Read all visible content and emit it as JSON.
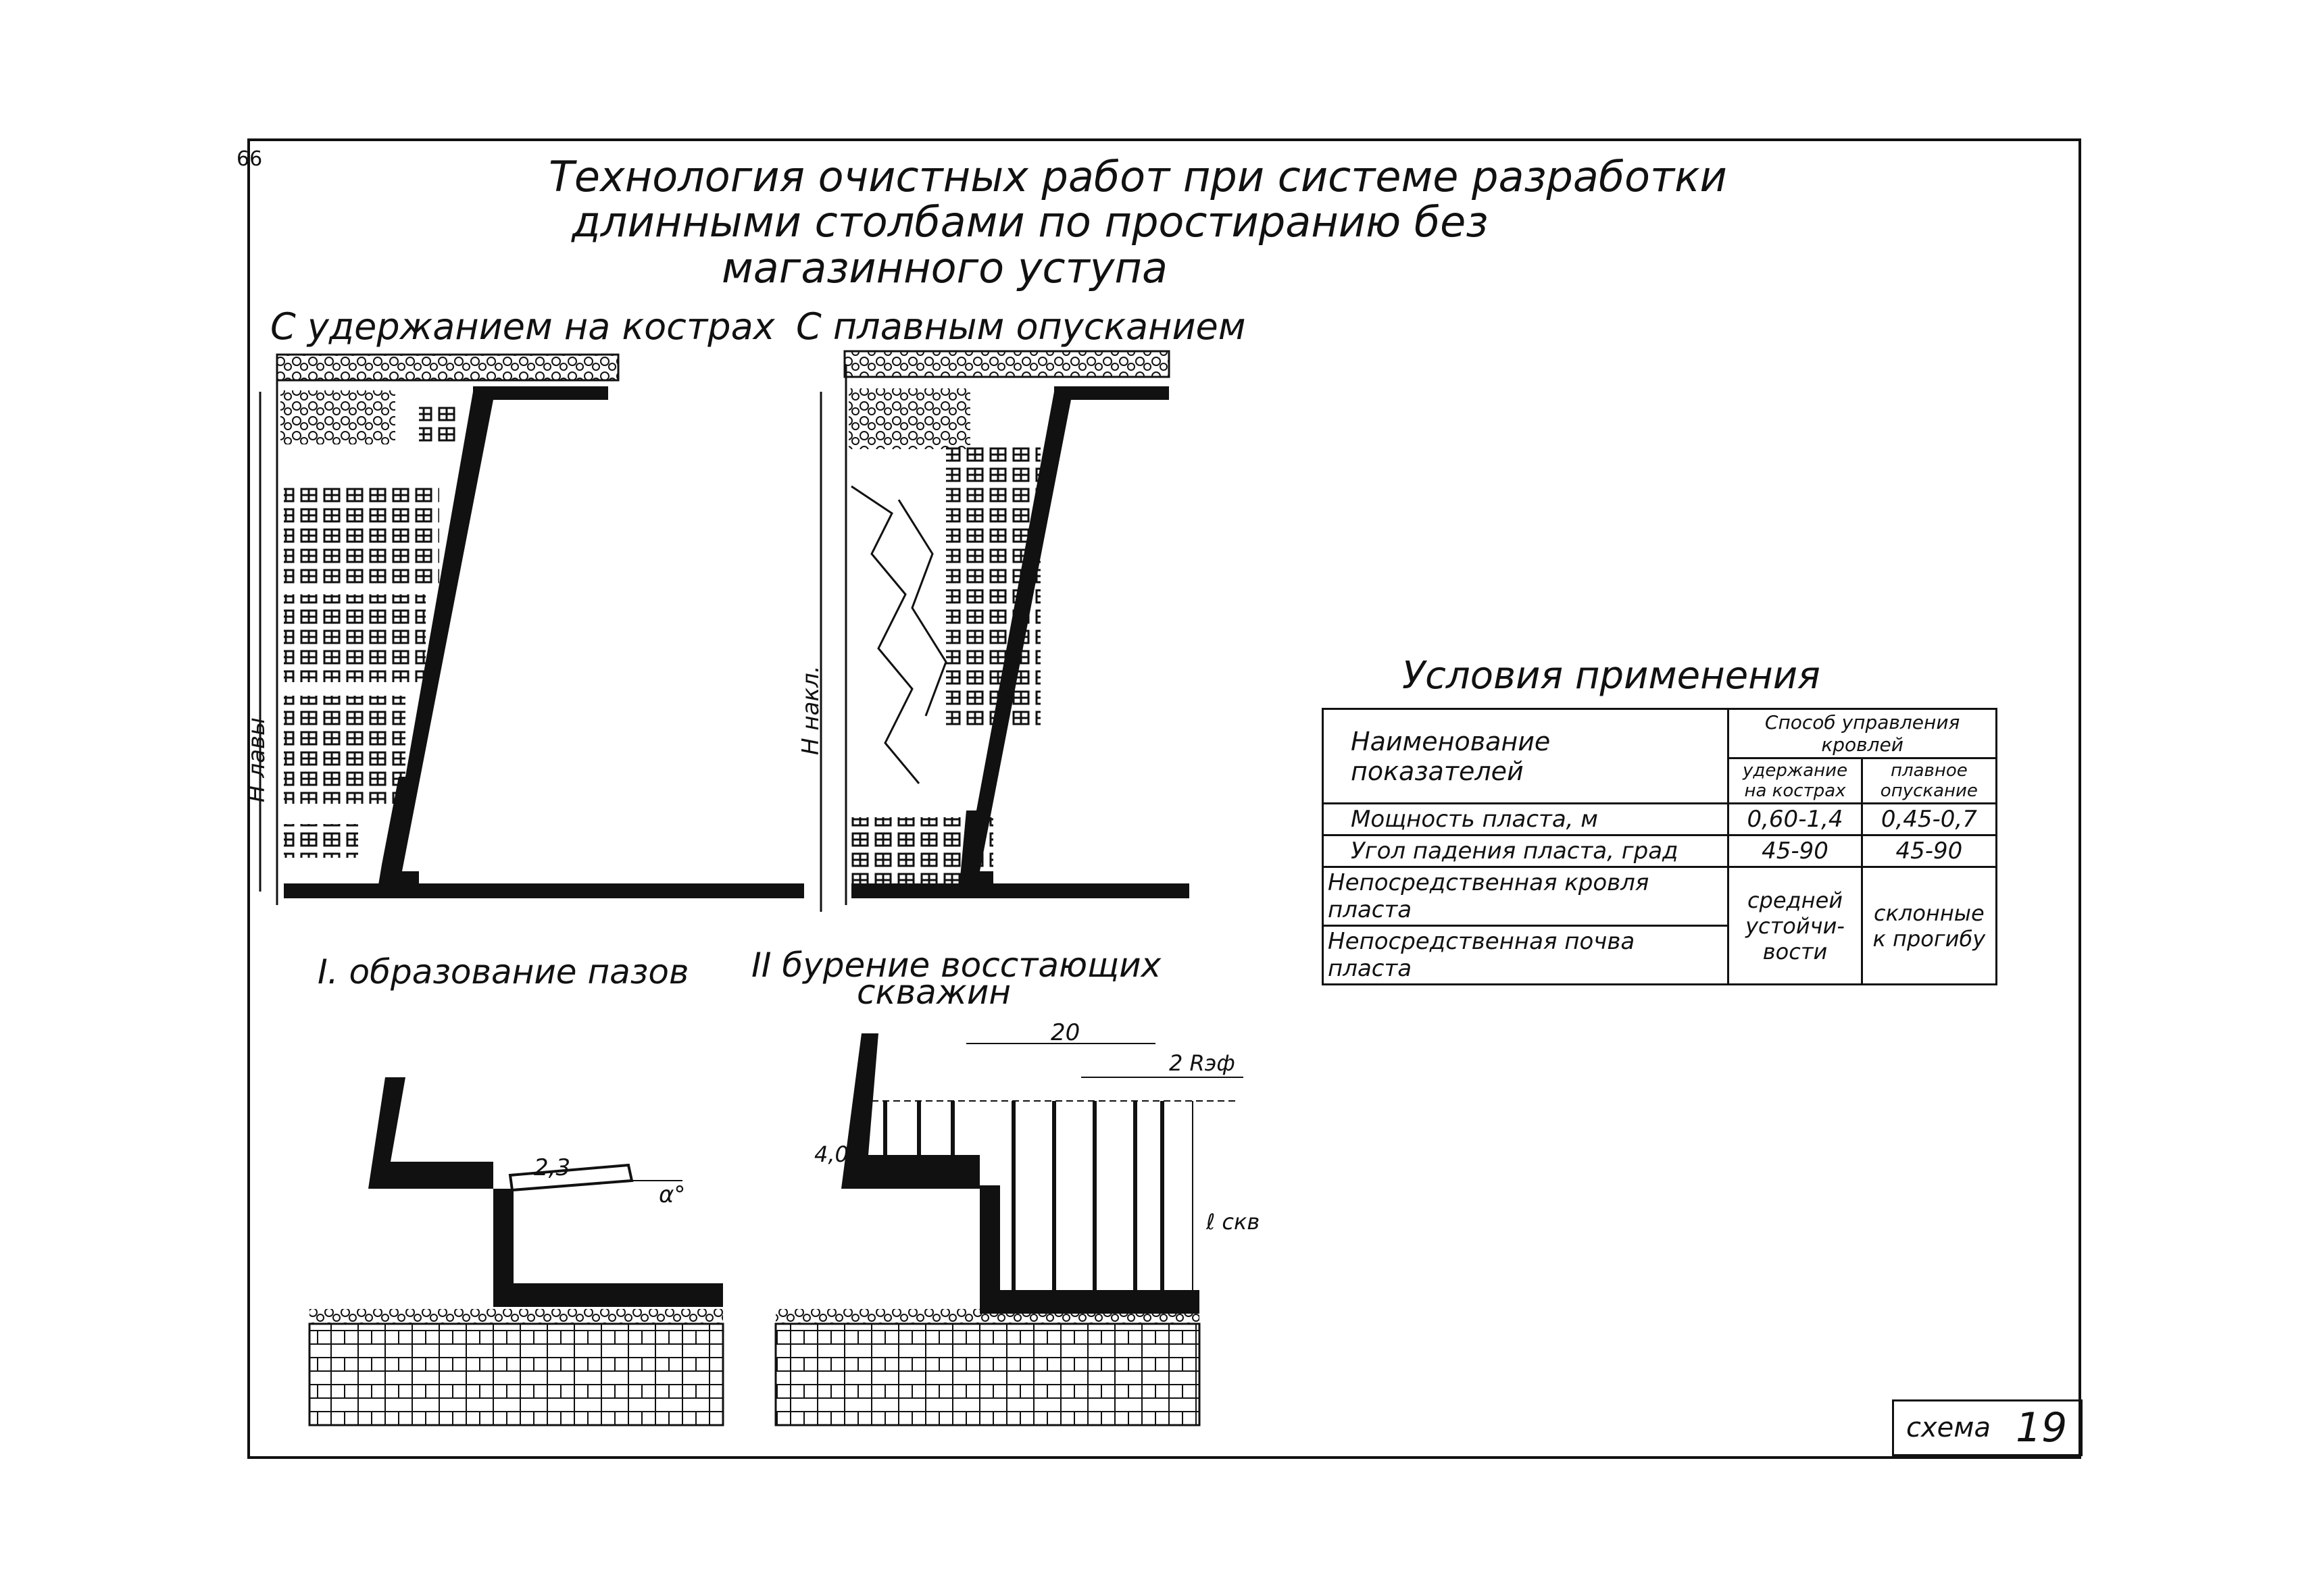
{
  "page_number": "66",
  "title": {
    "line1": "Технология очистных работ при системе разработки",
    "line2": "длинными столбами по простиранию без",
    "line3": "магазинного уступа"
  },
  "left_diagram": {
    "heading": "С удержанием на кострах",
    "vertical_label": "H лавы"
  },
  "right_diagram": {
    "heading": "С плавным опусканием",
    "vertical_label": "H накл."
  },
  "captions": {
    "stage1": "I. образование пазов",
    "stage2_line1": "II бурение восстающих",
    "stage2_line2": "скважин"
  },
  "dimensions": {
    "stage1_length": "2,3",
    "stage1_angle": "α°",
    "stage2_height": "4,0",
    "stage2_span": "20",
    "stage2_spacing": "2 Rэф",
    "stage2_depth": "ℓ скв"
  },
  "conditions": {
    "heading": "Условия применения",
    "col_param": "Наименование показателей",
    "col_group": "Способ управления кровлей",
    "col_a": "удержание на кострах",
    "col_b": "плавное опускание",
    "rows": [
      {
        "name": "Мощность пласта, м",
        "a": "0,60-1,4",
        "b": "0,45-0,7"
      },
      {
        "name": "Угол падения пласта, град",
        "a": "45-90",
        "b": "45-90"
      },
      {
        "name": "Непосредственная кровля пласта",
        "a": "средней устойчи- вости",
        "b": "склонные к прогибу"
      },
      {
        "name": "Непосредственная почва пласта"
      }
    ]
  },
  "schema": {
    "label": "схема",
    "number": "19"
  }
}
